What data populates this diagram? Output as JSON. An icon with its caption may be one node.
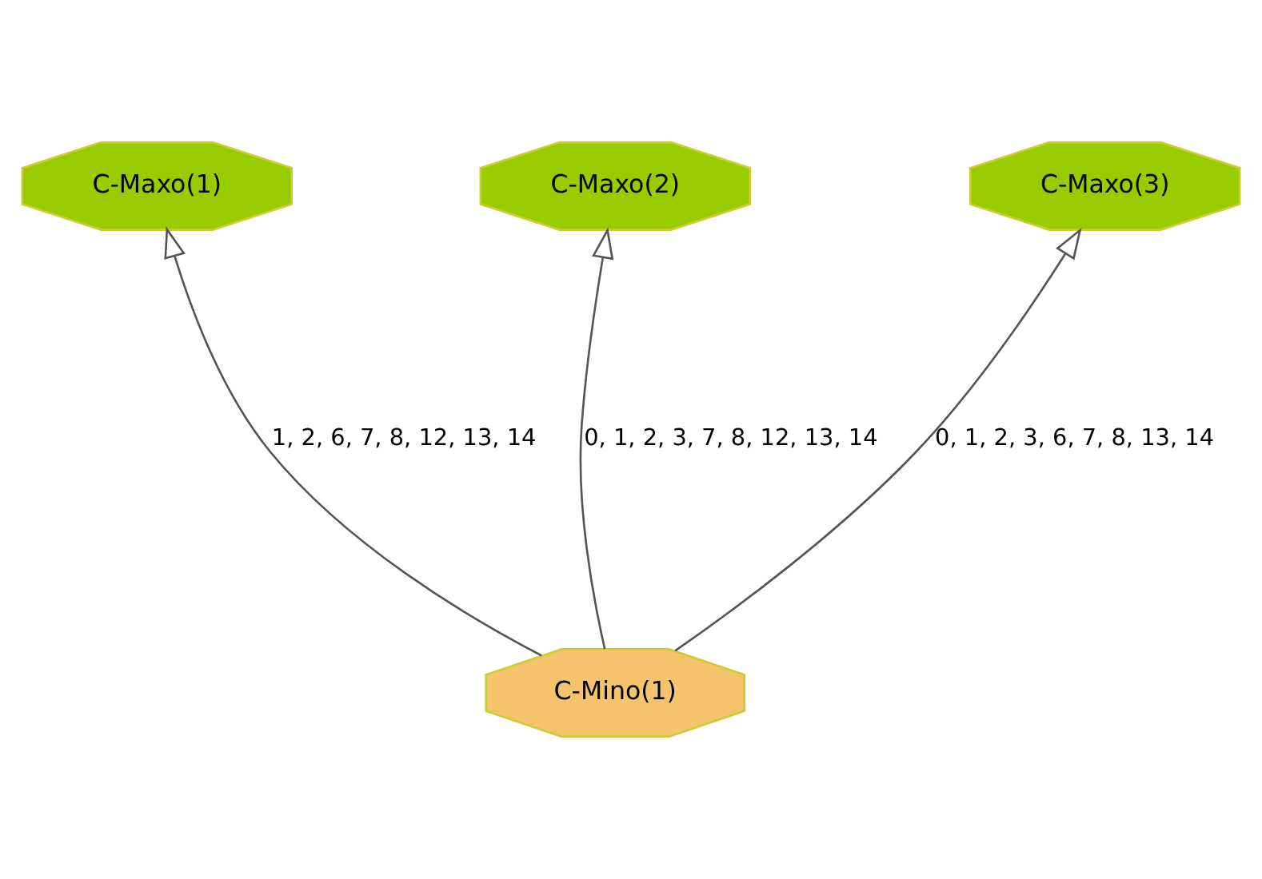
{
  "diagram": {
    "nodes": [
      {
        "text": [
          "C-Maxo(1)"
        ]
      },
      {
        "text": [
          "C-Maxo(2)"
        ]
      },
      {
        "text": [
          "C-Maxo(3)"
        ]
      },
      {
        "text": [
          "C-Mino(1)"
        ]
      }
    ],
    "edges": [
      {
        "from": 3,
        "to": 0,
        "arrow": "to",
        "label": "1, 2, 6, 7, 8, 12, 13, 14"
      },
      {
        "from": 3,
        "to": 1,
        "arrow": "to",
        "label": "0, 1, 2, 3, 7, 8, 12, 13, 14"
      },
      {
        "from": 3,
        "to": 2,
        "arrow": "to",
        "label": "0, 1, 2, 3, 6, 7, 8, 13, 14"
      }
    ]
  }
}
